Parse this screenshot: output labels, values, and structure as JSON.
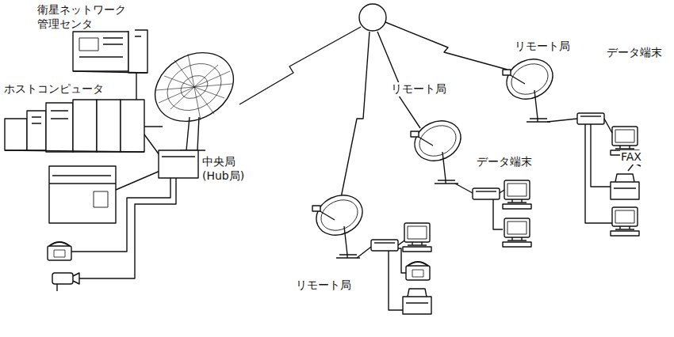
{
  "diagram": {
    "labels": [
      "衛星ネットワーク 管理センタ",
      "ホストコンピュータ",
      "リモート局",
      "リモート局",
      "データ端末",
      "データ端末",
      "FAX",
      "中央局 (Hub局)",
      "リモート局"
    ]
  }
}
